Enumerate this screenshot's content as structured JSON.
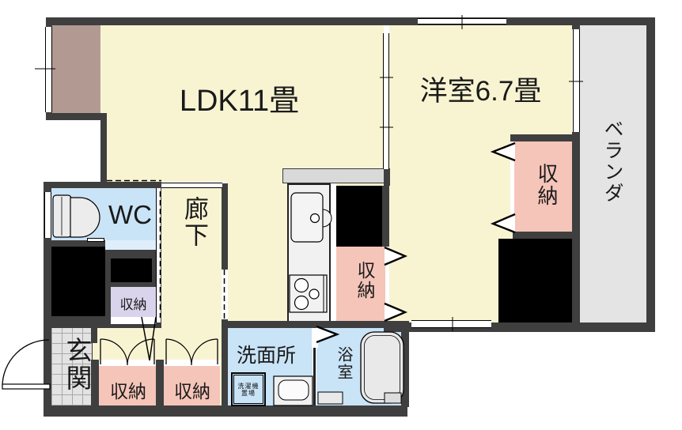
{
  "plan_title": "apartment-floor-plan",
  "colors": {
    "wall": "#3f3f3f",
    "room_cream": "#f8f4d2",
    "water_blue": "#c9e3f7",
    "water_blue_light": "#dfeefb",
    "closet_pink": "#f5c5b9",
    "closet_lavender": "#d9d4eb",
    "veranda_gray": "#e4e4e4",
    "balcony_brown": "#b29a92",
    "entrance_tile": "#e3e3e3",
    "void_black": "#000000"
  },
  "rooms": {
    "ldk": {
      "label": "LDK11畳"
    },
    "western": {
      "label": "洋室6.7畳"
    },
    "veranda": {
      "label": "ベランダ"
    },
    "wc": {
      "label": "WC"
    },
    "hallway": {
      "label": "廊下"
    },
    "entrance": {
      "label": "玄関"
    },
    "washroom": {
      "label": "洗面所"
    },
    "bathroom": {
      "label": "浴室"
    }
  },
  "closets": {
    "western": {
      "label": "収納"
    },
    "kitchen": {
      "label": "収納"
    },
    "hall": {
      "label": "収納"
    },
    "corridor1": {
      "label": "収納"
    },
    "corridor2": {
      "label": "収納"
    }
  },
  "laundry": {
    "line1": "洗濯機",
    "line2": "置場"
  }
}
